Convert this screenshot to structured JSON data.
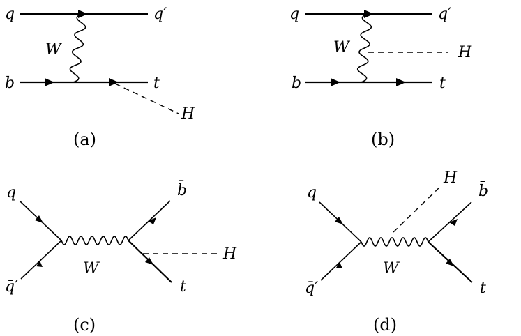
{
  "diagrams": [
    {
      "caption": "(a)",
      "labels": {
        "q": "q",
        "qprime": "q′",
        "W": "W",
        "b": "b",
        "t": "t",
        "H": "H"
      }
    },
    {
      "caption": "(b)",
      "labels": {
        "q": "q",
        "qprime": "q′",
        "W": "W",
        "H": "H",
        "b": "b",
        "t": "t"
      }
    },
    {
      "caption": "(c)",
      "labels": {
        "q": "q",
        "qbarprime": "q̄′",
        "W": "W",
        "bbar": "b̄",
        "H": "H",
        "t": "t"
      }
    },
    {
      "caption": "(d)",
      "labels": {
        "q": "q",
        "qbarprime": "q̄′",
        "W": "W",
        "H": "H",
        "bbar": "b̄",
        "t": "t"
      }
    }
  ]
}
